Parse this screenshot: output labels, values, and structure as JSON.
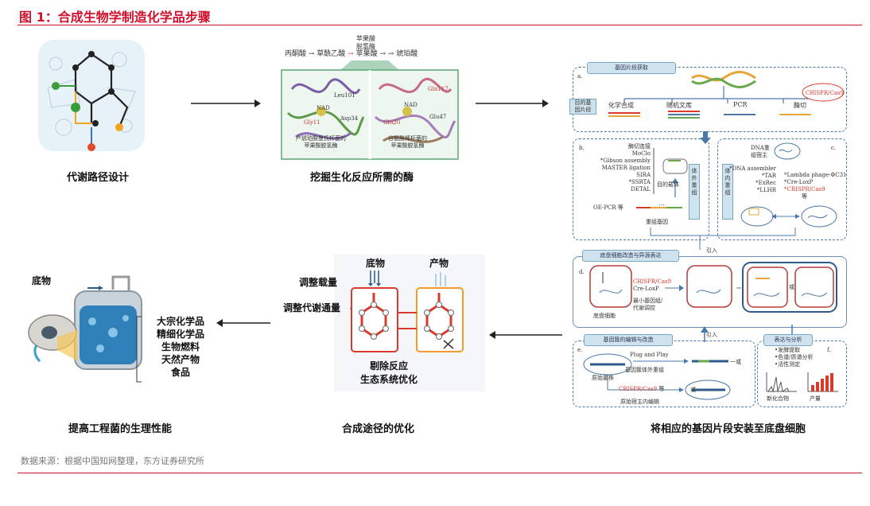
{
  "figure": {
    "title": "图 1：合成生物学制造化学品步骤",
    "source": "数据来源：根据中国知网整理，东方证券研究所"
  },
  "captions": {
    "step1": "代谢路径设计",
    "step2": "挖掘生化反应所需的酶",
    "step3": "将相应的基因片段安装至底盘细胞",
    "step4": "合成途径的优化",
    "step5": "提高工程菌的生理性能"
  },
  "enzyme_panel": {
    "pathway": [
      "丙酮酸",
      "草酰乙酸",
      "苹果酸",
      "琥珀酸"
    ],
    "enzyme_label": "苹果酸\n脱氢酶",
    "residues_left": [
      "Leu101",
      "NAD",
      "Asp34",
      "Gly11"
    ],
    "residues_right": [
      "Gln117",
      "NAD",
      "Glu47",
      "Gln20"
    ],
    "caption_left": "产琥珀酸曼氏杆菌的\n苹果酸脱氢酶",
    "caption_right": "谷氨酸棒杆菌的\n苹果酸脱氢酶"
  },
  "gene_panel": {
    "a": {
      "label": "a.",
      "bar": "基因片段获取",
      "target": "目的基\n因片段",
      "methods": [
        "化学合成",
        "随机文库",
        "PCR",
        "酶切"
      ],
      "crispr": "CRISPR/Cas9"
    },
    "b": {
      "label": "b.",
      "methods": [
        "酶切连接",
        "MoClo",
        "*Gibson assembly",
        "MASTER ligation",
        "SIRA",
        "*SSRTA",
        "DETAL"
      ],
      "oe_pcr": "OE-PCR 等",
      "vector": "目的载体",
      "recombinant": "重组基因",
      "in_vitro": "体\n外\n重\n组",
      "in_vivo": "体\n内\n重\n组"
    },
    "c": {
      "label": "c.",
      "host": "DNA重\n组宿主",
      "methods_left": [
        "*DNA assembler",
        "*TAR",
        "*ExRec",
        "*LLHR"
      ],
      "methods_right": [
        "*Lambda phage-ΦC31",
        "*Cre-LoxP",
        "*CRISPR/Cas9",
        "等"
      ]
    },
    "d": {
      "label": "d.",
      "bar": "底盘细胞改造与异源表达",
      "intro": "引入",
      "tools": [
        "CRISPR/Cas9",
        "Cre-LoxP"
      ],
      "note": "最小基因组/\n代谢调控",
      "chassis": "底盘细胞",
      "or": "或"
    },
    "e": {
      "label": "e.",
      "bar": "基因簇的编辑与改造",
      "intro": "引入",
      "plug": "Plug and Play",
      "plug_note": "基因簇体外重组",
      "strain": "原始菌株",
      "crispr": "CRISPR/Cas9",
      "crispr_suffix": "等",
      "host_edit": "原始宿主内编辑",
      "or1": "一或",
      "or2": "或"
    },
    "f": {
      "label": "f.",
      "bar": "表达与分析",
      "items": [
        "•发酵提取",
        "•色谱/质谱分析",
        "•活性测定"
      ],
      "x1": "新化合物",
      "x2": "产量"
    }
  },
  "optimize_panel": {
    "substrate": "底物",
    "product": "产物",
    "tune_load": "调整载量",
    "tune_flux": "调整代谢通量",
    "remove": "剔除反应",
    "ecosystem": "生态系统优化"
  },
  "fermenter_panel": {
    "substrate": "底物",
    "products": [
      "大宗化学品",
      "精细化学品",
      "生物燃料",
      "天然产物",
      "食品"
    ]
  },
  "colors": {
    "accent": "#d2102b",
    "arrow": "#222222",
    "panel_blue": "#4a78a8",
    "red": "#d93a2b",
    "orange": "#f39b2a"
  }
}
